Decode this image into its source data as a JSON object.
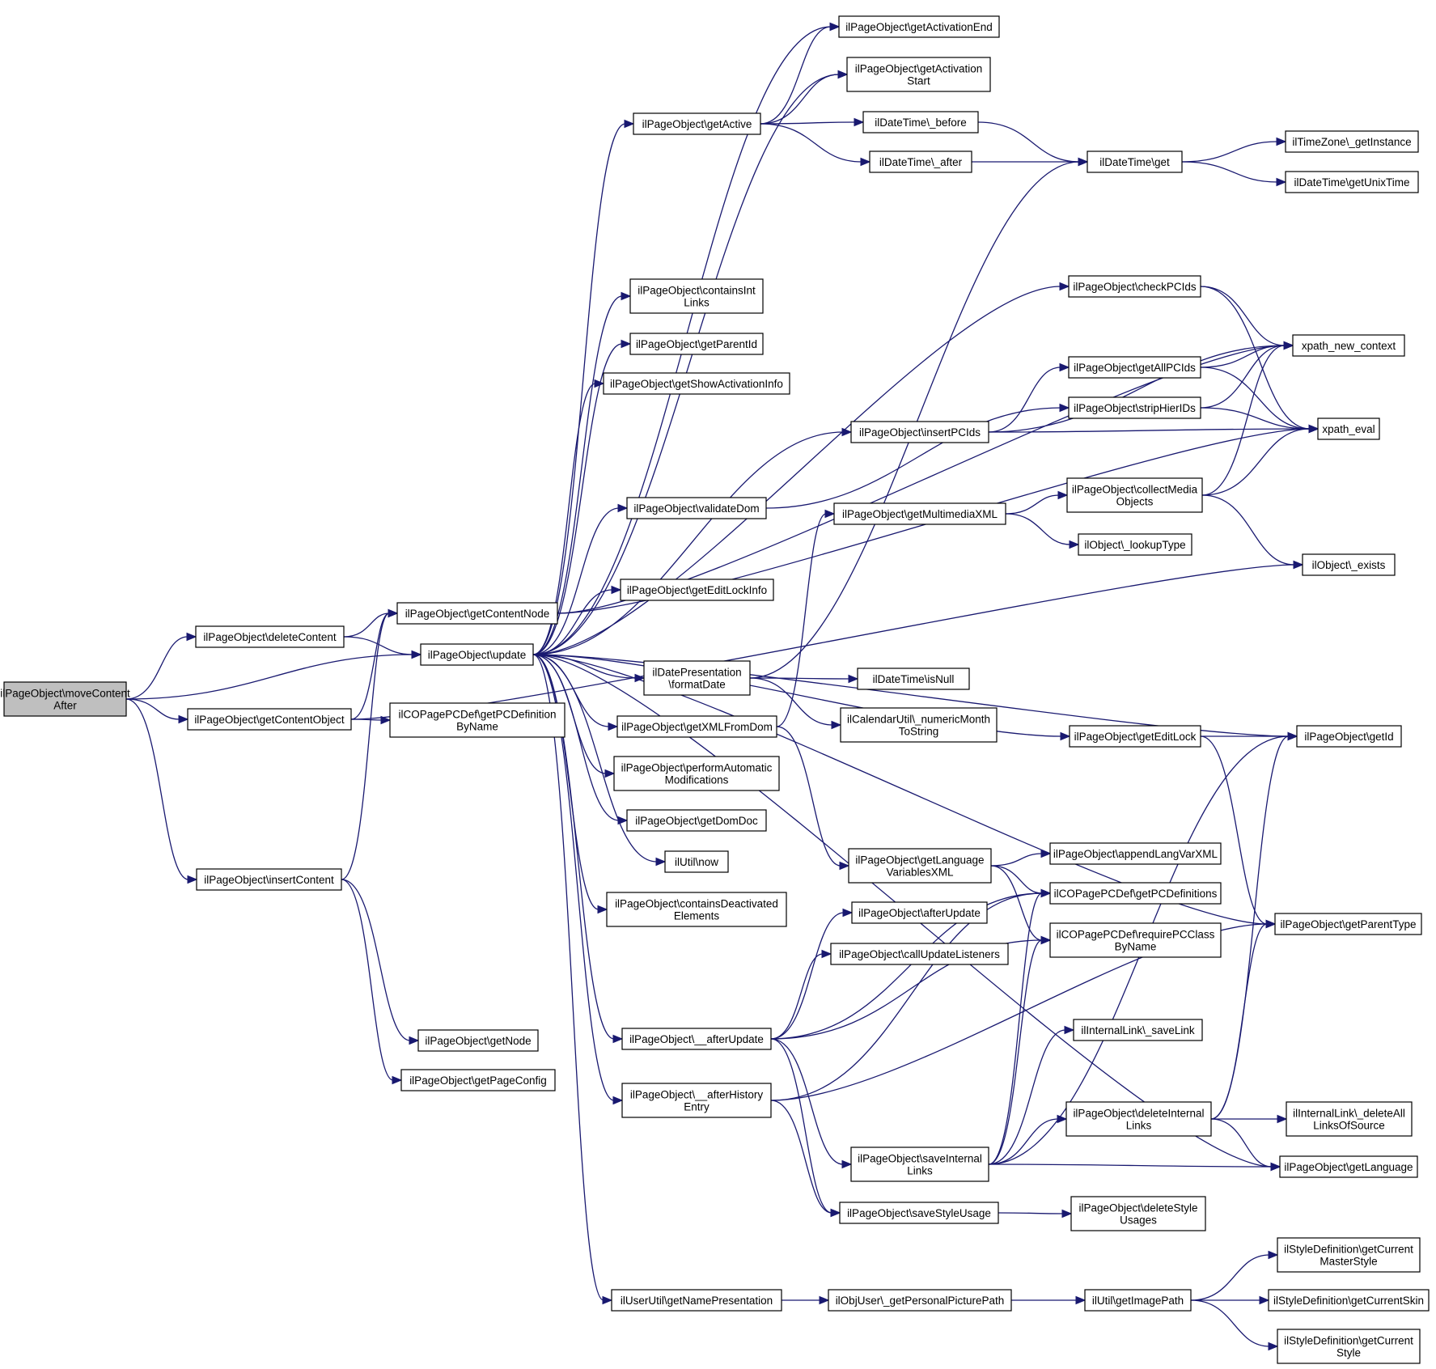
{
  "nodes": [
    {
      "id": "moveContentAfter",
      "lines": [
        "ilPageObject\\moveContent",
        "After"
      ],
      "root": true
    },
    {
      "id": "deleteContent",
      "lines": [
        "ilPageObject\\deleteContent"
      ]
    },
    {
      "id": "getContentObject",
      "lines": [
        "ilPageObject\\getContentObject"
      ]
    },
    {
      "id": "insertContent",
      "lines": [
        "ilPageObject\\insertContent"
      ]
    },
    {
      "id": "getContentNode",
      "lines": [
        "ilPageObject\\getContentNode"
      ]
    },
    {
      "id": "update",
      "lines": [
        "ilPageObject\\update"
      ]
    },
    {
      "id": "getPCDefinitionByName",
      "lines": [
        "ilCOPagePCDef\\getPCDefinition",
        "ByName"
      ]
    },
    {
      "id": "getNode",
      "lines": [
        "ilPageObject\\getNode"
      ]
    },
    {
      "id": "getPageConfig",
      "lines": [
        "ilPageObject\\getPageConfig"
      ]
    },
    {
      "id": "getActivationEnd",
      "lines": [
        "ilPageObject\\getActivationEnd"
      ]
    },
    {
      "id": "getActivationStart",
      "lines": [
        "ilPageObject\\getActivation",
        "Start"
      ]
    },
    {
      "id": "getActive",
      "lines": [
        "ilPageObject\\getActive"
      ]
    },
    {
      "id": "containsIntLinks",
      "lines": [
        "ilPageObject\\containsInt",
        "Links"
      ]
    },
    {
      "id": "getParentId",
      "lines": [
        "ilPageObject\\getParentId"
      ]
    },
    {
      "id": "getShowActivationInfo",
      "lines": [
        "ilPageObject\\getShowActivationInfo"
      ]
    },
    {
      "id": "validateDom",
      "lines": [
        "ilPageObject\\validateDom"
      ]
    },
    {
      "id": "getEditLockInfo",
      "lines": [
        "ilPageObject\\getEditLockInfo"
      ]
    },
    {
      "id": "formatDate",
      "lines": [
        "ilDatePresentation",
        "\\formatDate"
      ]
    },
    {
      "id": "getXMLFromDom",
      "lines": [
        "ilPageObject\\getXMLFromDom"
      ]
    },
    {
      "id": "performAutomaticModifications",
      "lines": [
        "ilPageObject\\performAutomatic",
        "Modifications"
      ]
    },
    {
      "id": "getDomDoc",
      "lines": [
        "ilPageObject\\getDomDoc"
      ]
    },
    {
      "id": "utilNow",
      "lines": [
        "ilUtil\\now"
      ]
    },
    {
      "id": "containsDeactivatedElements",
      "lines": [
        "ilPageObject\\containsDeactivated",
        "Elements"
      ]
    },
    {
      "id": "afterUpdateInternal",
      "lines": [
        "ilPageObject\\__afterUpdate"
      ]
    },
    {
      "id": "afterHistoryEntry",
      "lines": [
        "ilPageObject\\__afterHistory",
        "Entry"
      ]
    },
    {
      "id": "getNamePresentation",
      "lines": [
        "ilUserUtil\\getNamePresentation"
      ]
    },
    {
      "id": "dtBefore",
      "lines": [
        "ilDateTime\\_before"
      ]
    },
    {
      "id": "dtAfter",
      "lines": [
        "ilDateTime\\_after"
      ]
    },
    {
      "id": "insertPCIds",
      "lines": [
        "ilPageObject\\insertPCIds"
      ]
    },
    {
      "id": "getMultimediaXML",
      "lines": [
        "ilPageObject\\getMultimediaXML"
      ]
    },
    {
      "id": "dtIsNull",
      "lines": [
        "ilDateTime\\isNull"
      ]
    },
    {
      "id": "numericMonthToString",
      "lines": [
        "ilCalendarUtil\\_numericMonth",
        "ToString"
      ]
    },
    {
      "id": "getLanguageVariablesXML",
      "lines": [
        "ilPageObject\\getLanguage",
        "VariablesXML"
      ]
    },
    {
      "id": "afterUpdate",
      "lines": [
        "ilPageObject\\afterUpdate"
      ]
    },
    {
      "id": "callUpdateListeners",
      "lines": [
        "ilPageObject\\callUpdateListeners"
      ]
    },
    {
      "id": "saveInternalLinks",
      "lines": [
        "ilPageObject\\saveInternal",
        "Links"
      ]
    },
    {
      "id": "saveStyleUsage",
      "lines": [
        "ilPageObject\\saveStyleUsage"
      ]
    },
    {
      "id": "getPersonalPicturePath",
      "lines": [
        "ilObjUser\\_getPersonalPicturePath"
      ]
    },
    {
      "id": "dtGet",
      "lines": [
        "ilDateTime\\get"
      ]
    },
    {
      "id": "checkPCIds",
      "lines": [
        "ilPageObject\\checkPCIds"
      ]
    },
    {
      "id": "getAllPCIds",
      "lines": [
        "ilPageObject\\getAllPCIds"
      ]
    },
    {
      "id": "stripHierIDs",
      "lines": [
        "ilPageObject\\stripHierIDs"
      ]
    },
    {
      "id": "collectMediaObjects",
      "lines": [
        "ilPageObject\\collectMedia",
        "Objects"
      ]
    },
    {
      "id": "lookupType",
      "lines": [
        "ilObject\\_lookupType"
      ]
    },
    {
      "id": "getEditLock",
      "lines": [
        "ilPageObject\\getEditLock"
      ]
    },
    {
      "id": "appendLangVarXML",
      "lines": [
        "ilPageObject\\appendLangVarXML"
      ]
    },
    {
      "id": "getPCDefinitions",
      "lines": [
        "ilCOPagePCDef\\getPCDefinitions"
      ]
    },
    {
      "id": "requirePCClassByName",
      "lines": [
        "ilCOPagePCDef\\requirePCClass",
        "ByName"
      ]
    },
    {
      "id": "saveLink",
      "lines": [
        "ilInternalLink\\_saveLink"
      ]
    },
    {
      "id": "deleteInternalLinks",
      "lines": [
        "ilPageObject\\deleteInternal",
        "Links"
      ]
    },
    {
      "id": "deleteStyleUsages",
      "lines": [
        "ilPageObject\\deleteStyle",
        "Usages"
      ]
    },
    {
      "id": "getImagePath",
      "lines": [
        "ilUtil\\getImagePath"
      ]
    },
    {
      "id": "getInstance",
      "lines": [
        "ilTimeZone\\_getInstance"
      ]
    },
    {
      "id": "getUnixTime",
      "lines": [
        "ilDateTime\\getUnixTime"
      ]
    },
    {
      "id": "xpathNewContext",
      "lines": [
        "xpath_new_context"
      ]
    },
    {
      "id": "xpathEval",
      "lines": [
        "xpath_eval"
      ]
    },
    {
      "id": "objExists",
      "lines": [
        "ilObject\\_exists"
      ]
    },
    {
      "id": "getId",
      "lines": [
        "ilPageObject\\getId"
      ]
    },
    {
      "id": "getParentType",
      "lines": [
        "ilPageObject\\getParentType"
      ]
    },
    {
      "id": "deleteAllLinksOfSource",
      "lines": [
        "ilInternalLink\\_deleteAll",
        "LinksOfSource"
      ]
    },
    {
      "id": "getLanguage",
      "lines": [
        "ilPageObject\\getLanguage"
      ]
    },
    {
      "id": "getCurrentMasterStyle",
      "lines": [
        "ilStyleDefinition\\getCurrent",
        "MasterStyle"
      ]
    },
    {
      "id": "getCurrentSkin",
      "lines": [
        "ilStyleDefinition\\getCurrentSkin"
      ]
    },
    {
      "id": "getCurrentStyle",
      "lines": [
        "ilStyleDefinition\\getCurrent",
        "Style"
      ]
    }
  ],
  "edges": [
    [
      "moveContentAfter",
      "deleteContent"
    ],
    [
      "moveContentAfter",
      "update"
    ],
    [
      "moveContentAfter",
      "getContentObject"
    ],
    [
      "moveContentAfter",
      "insertContent"
    ],
    [
      "deleteContent",
      "getContentNode"
    ],
    [
      "deleteContent",
      "update"
    ],
    [
      "getContentObject",
      "getContentNode"
    ],
    [
      "getContentObject",
      "getPCDefinitionByName"
    ],
    [
      "getContentObject",
      "objExists"
    ],
    [
      "insertContent",
      "getContentNode"
    ],
    [
      "insertContent",
      "getNode"
    ],
    [
      "insertContent",
      "getPageConfig"
    ],
    [
      "getContentNode",
      "xpathNewContext"
    ],
    [
      "getContentNode",
      "xpathEval"
    ],
    [
      "update",
      "getActivationEnd"
    ],
    [
      "update",
      "getActivationStart"
    ],
    [
      "update",
      "getActive"
    ],
    [
      "update",
      "containsIntLinks"
    ],
    [
      "update",
      "getParentId"
    ],
    [
      "update",
      "getShowActivationInfo"
    ],
    [
      "update",
      "checkPCIds"
    ],
    [
      "update",
      "insertPCIds"
    ],
    [
      "update",
      "validateDom"
    ],
    [
      "update",
      "getId"
    ],
    [
      "update",
      "getEditLockInfo"
    ],
    [
      "update",
      "getEditLock"
    ],
    [
      "update",
      "formatDate"
    ],
    [
      "update",
      "getXMLFromDom"
    ],
    [
      "update",
      "performAutomaticModifications"
    ],
    [
      "update",
      "getDomDoc"
    ],
    [
      "update",
      "utilNow"
    ],
    [
      "update",
      "containsDeactivatedElements"
    ],
    [
      "update",
      "getParentType"
    ],
    [
      "update",
      "afterUpdateInternal"
    ],
    [
      "update",
      "afterHistoryEntry"
    ],
    [
      "update",
      "getLanguage"
    ],
    [
      "update",
      "getNamePresentation"
    ],
    [
      "getActive",
      "getActivationEnd"
    ],
    [
      "getActive",
      "getActivationStart"
    ],
    [
      "getActive",
      "dtBefore"
    ],
    [
      "getActive",
      "dtAfter"
    ],
    [
      "dtBefore",
      "dtGet"
    ],
    [
      "dtAfter",
      "dtGet"
    ],
    [
      "dtGet",
      "getInstance"
    ],
    [
      "dtGet",
      "getUnixTime"
    ],
    [
      "checkPCIds",
      "xpathNewContext"
    ],
    [
      "checkPCIds",
      "xpathEval"
    ],
    [
      "insertPCIds",
      "getAllPCIds"
    ],
    [
      "insertPCIds",
      "xpathNewContext"
    ],
    [
      "insertPCIds",
      "xpathEval"
    ],
    [
      "getAllPCIds",
      "xpathNewContext"
    ],
    [
      "getAllPCIds",
      "xpathEval"
    ],
    [
      "stripHierIDs",
      "xpathNewContext"
    ],
    [
      "stripHierIDs",
      "xpathEval"
    ],
    [
      "validateDom",
      "stripHierIDs"
    ],
    [
      "collectMediaObjects",
      "xpathNewContext"
    ],
    [
      "collectMediaObjects",
      "xpathEval"
    ],
    [
      "collectMediaObjects",
      "objExists"
    ],
    [
      "getMultimediaXML",
      "collectMediaObjects"
    ],
    [
      "getMultimediaXML",
      "lookupType"
    ],
    [
      "formatDate",
      "dtGet"
    ],
    [
      "formatDate",
      "dtIsNull"
    ],
    [
      "formatDate",
      "numericMonthToString"
    ],
    [
      "getXMLFromDom",
      "getMultimediaXML"
    ],
    [
      "getXMLFromDom",
      "getLanguageVariablesXML"
    ],
    [
      "getLanguageVariablesXML",
      "appendLangVarXML"
    ],
    [
      "getLanguageVariablesXML",
      "getPCDefinitions"
    ],
    [
      "getLanguageVariablesXML",
      "requirePCClassByName"
    ],
    [
      "getEditLock",
      "getId"
    ],
    [
      "getEditLock",
      "getParentType"
    ],
    [
      "afterUpdateInternal",
      "afterUpdate"
    ],
    [
      "afterUpdateInternal",
      "callUpdateListeners"
    ],
    [
      "afterUpdateInternal",
      "getPCDefinitions"
    ],
    [
      "afterUpdateInternal",
      "requirePCClassByName"
    ],
    [
      "afterUpdateInternal",
      "saveInternalLinks"
    ],
    [
      "afterUpdateInternal",
      "saveStyleUsage"
    ],
    [
      "afterHistoryEntry",
      "getPCDefinitions"
    ],
    [
      "afterHistoryEntry",
      "getParentType"
    ],
    [
      "afterHistoryEntry",
      "saveStyleUsage"
    ],
    [
      "saveInternalLinks",
      "getPCDefinitions"
    ],
    [
      "saveInternalLinks",
      "requirePCClassByName"
    ],
    [
      "saveInternalLinks",
      "saveLink"
    ],
    [
      "saveInternalLinks",
      "getId"
    ],
    [
      "saveInternalLinks",
      "deleteInternalLinks"
    ],
    [
      "saveInternalLinks",
      "getLanguage"
    ],
    [
      "deleteInternalLinks",
      "getId"
    ],
    [
      "deleteInternalLinks",
      "getParentType"
    ],
    [
      "deleteInternalLinks",
      "deleteAllLinksOfSource"
    ],
    [
      "deleteInternalLinks",
      "getLanguage"
    ],
    [
      "saveStyleUsage",
      "deleteStyleUsages"
    ],
    [
      "getNamePresentation",
      "getPersonalPicturePath"
    ],
    [
      "getPersonalPicturePath",
      "getImagePath"
    ],
    [
      "getImagePath",
      "getCurrentMasterStyle"
    ],
    [
      "getImagePath",
      "getCurrentSkin"
    ],
    [
      "getImagePath",
      "getCurrentStyle"
    ]
  ]
}
